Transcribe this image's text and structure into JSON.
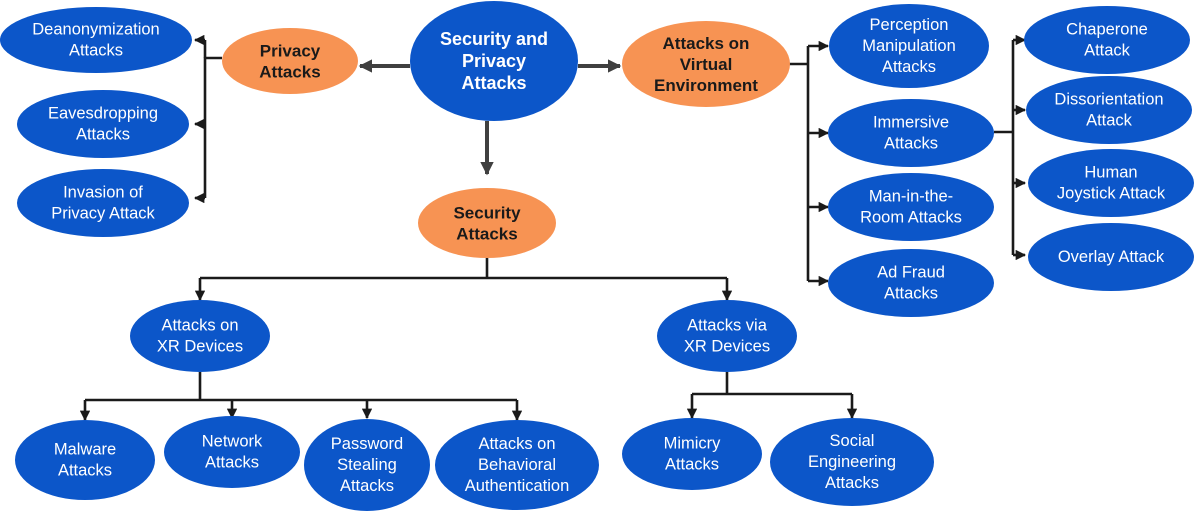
{
  "colors": {
    "blue_node": "#0c56c9",
    "orange_node": "#f79353",
    "connector": "#1a1a1a",
    "root_arrow": "#404040"
  },
  "root": {
    "label": "Security and Privacy Attacks"
  },
  "categories": {
    "privacy": {
      "label": "Privacy Attacks"
    },
    "virtual_environment": {
      "label": "Attacks on Virtual Environment"
    },
    "security": {
      "label": "Security Attacks"
    }
  },
  "privacy_attacks": [
    {
      "label": "Deanonymization Attacks"
    },
    {
      "label": "Eavesdropping Attacks"
    },
    {
      "label": "Invasion of Privacy Attack"
    }
  ],
  "virtual_environment_attacks": [
    {
      "label": "Perception Manipulation Attacks"
    },
    {
      "label": "Immersive Attacks"
    },
    {
      "label": "Man-in-the-Room Attacks"
    },
    {
      "label": "Ad Fraud Attacks"
    }
  ],
  "immersive_attacks": [
    {
      "label": "Chaperone Attack"
    },
    {
      "label": "Dissorientation Attack"
    },
    {
      "label": "Human Joystick Attack"
    },
    {
      "label": "Overlay Attack"
    }
  ],
  "security_groups": {
    "on_devices": {
      "label": "Attacks on XR Devices"
    },
    "via_devices": {
      "label": "Attacks via XR Devices"
    }
  },
  "attacks_on_devices": [
    {
      "label": "Malware Attacks"
    },
    {
      "label": "Network Attacks"
    },
    {
      "label": "Password Stealing Attacks"
    },
    {
      "label": "Attacks on Behavioral Authentication"
    }
  ],
  "attacks_via_devices": [
    {
      "label": "Mimicry Attacks"
    },
    {
      "label": "Social Engineering Attacks"
    }
  ]
}
